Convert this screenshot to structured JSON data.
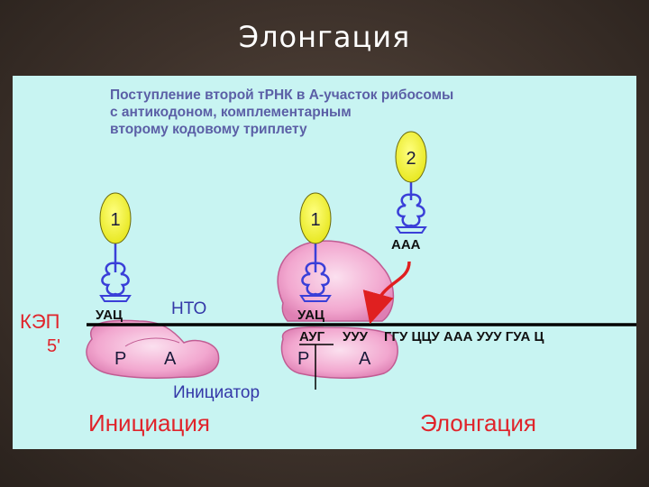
{
  "slide_title": "Элонгация",
  "diagram": {
    "caption_lines": [
      "Поступление второй тРНК в А-участок рибосомы",
      "с антикодоном, комплементарным",
      "второму кодовому триплету"
    ],
    "cap_label": "КЭП",
    "five_prime_label": "5'",
    "nto_label": "НТО",
    "initiator_label": "Инициатор",
    "trna_1_number": "1",
    "trna_1b_number": "1",
    "trna_2_number": "2",
    "anticodon_1": "УАЦ",
    "anticodon_1b": "УАЦ",
    "anticodon_2": "ААА",
    "site_p_left": "Р",
    "site_a_left": "А",
    "site_p_right": "Р",
    "site_a_right": "А",
    "codon_aug": "АУГ",
    "codon_uuu": "УУУ",
    "mrna_sequence": "ГГУ ЦЦУ ААА УУУ ГУА Ц",
    "phase_initiation": "Инициация",
    "phase_elongation": "Элонгация",
    "colors": {
      "ribosome_pink": "#f2a7cf",
      "trna_yellow": "#f0f02a",
      "trna_blue": "#3a3fd8",
      "arrow_red": "#e02020",
      "phase_red": "#e0242b"
    }
  }
}
